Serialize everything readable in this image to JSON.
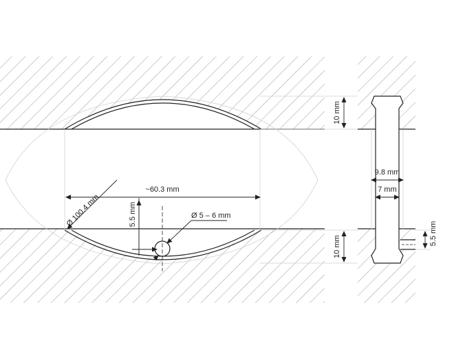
{
  "labels": {
    "width_approx": "~60.3 mm",
    "diameter": "Ø 100.4 mm",
    "depth_left": "5.5 mm",
    "hole": "Ø 5 – 6 mm",
    "thickness_top": "10 mm",
    "thickness_bottom": "10 mm",
    "side_width": "9.8 mm",
    "side_inner": "7 mm",
    "depth_right": "5.5 mm"
  }
}
